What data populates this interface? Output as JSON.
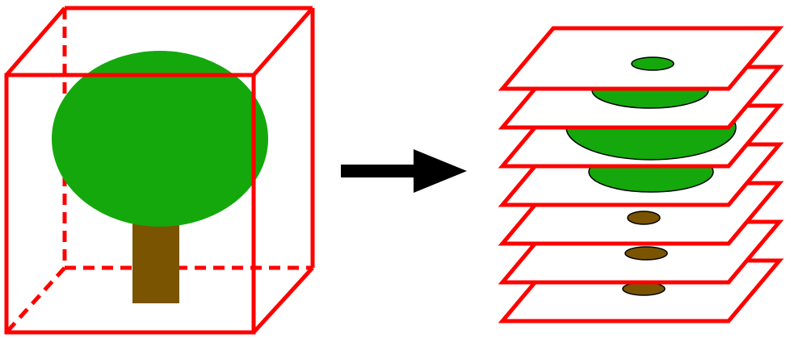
{
  "colors": {
    "background": "#ffffff",
    "box_edge": "#ff0000",
    "canopy": "#14a80c",
    "trunk": "#7a5400",
    "arrow": "#000000",
    "outline": "#000000",
    "slice_fill": "#ffffff"
  },
  "diagram": {
    "left_panel": {
      "shape": "wireframe-cube",
      "contents": "tree",
      "hidden_edges": "dashed"
    },
    "transition": {
      "icon": "right-arrow-icon"
    },
    "right_panel": {
      "shape": "stacked-slices",
      "slice_count": 7,
      "contents": [
        {
          "slice": 1,
          "kind": "canopy-section"
        },
        {
          "slice": 2,
          "kind": "canopy-section"
        },
        {
          "slice": 3,
          "kind": "canopy-section"
        },
        {
          "slice": 4,
          "kind": "canopy-section"
        },
        {
          "slice": 5,
          "kind": "trunk-section"
        },
        {
          "slice": 6,
          "kind": "trunk-section"
        },
        {
          "slice": 7,
          "kind": "trunk-section"
        }
      ]
    }
  }
}
